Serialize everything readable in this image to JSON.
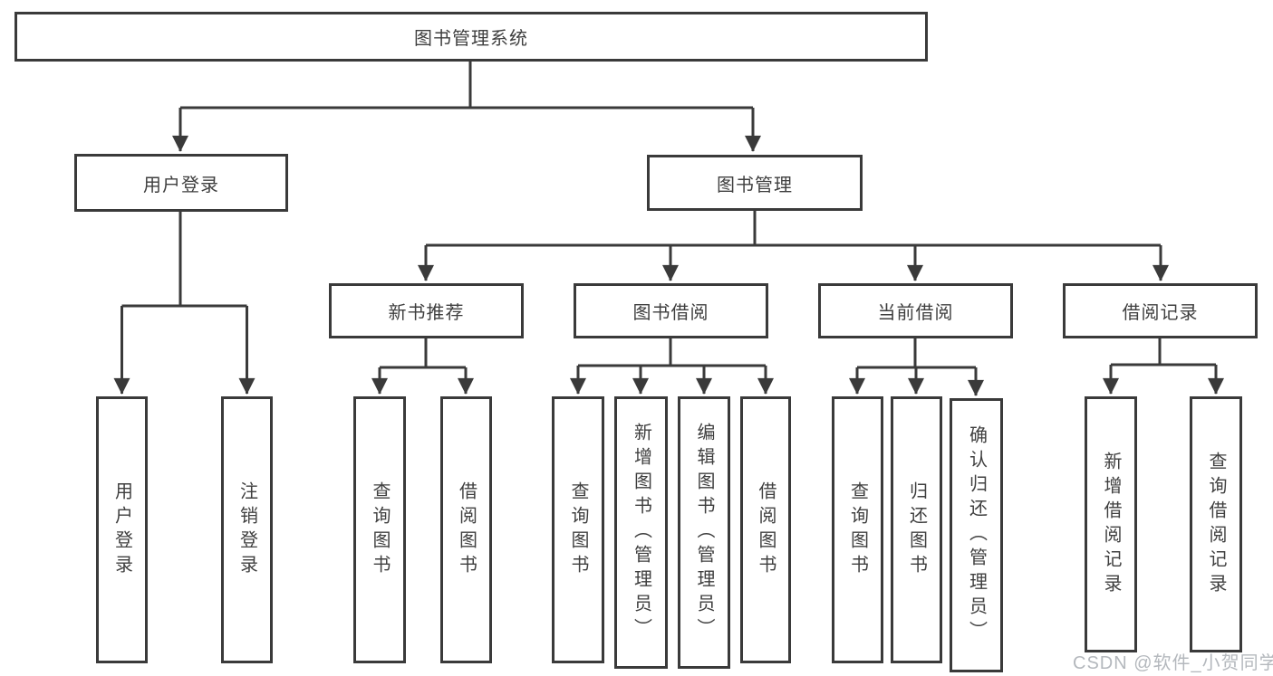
{
  "tree": {
    "label": "图书管理系统",
    "children": [
      {
        "label": "用户登录",
        "children": [
          {
            "label": "用户登录"
          },
          {
            "label": "注销登录"
          }
        ]
      },
      {
        "label": "图书管理",
        "children": [
          {
            "label": "新书推荐",
            "children": [
              {
                "label": "查询图书"
              },
              {
                "label": "借阅图书"
              }
            ]
          },
          {
            "label": "图书借阅",
            "children": [
              {
                "label": "查询图书"
              },
              {
                "label": "新增图书（管理员）"
              },
              {
                "label": "编辑图书（管理员）"
              },
              {
                "label": "借阅图书"
              }
            ]
          },
          {
            "label": "当前借阅",
            "children": [
              {
                "label": "查询图书"
              },
              {
                "label": "归还图书"
              },
              {
                "label": "确认归还（管理员）"
              }
            ]
          },
          {
            "label": "借阅记录",
            "children": [
              {
                "label": "新增借阅记录"
              },
              {
                "label": "查询借阅记录"
              }
            ]
          }
        ]
      }
    ]
  },
  "watermark": {
    "text": "CSDN @软件_小贺同学"
  },
  "colors": {
    "line": "#3a3a3a",
    "text": "#3f3f3f",
    "box_background": "#ffffff",
    "watermark": "#b4b8bd"
  }
}
